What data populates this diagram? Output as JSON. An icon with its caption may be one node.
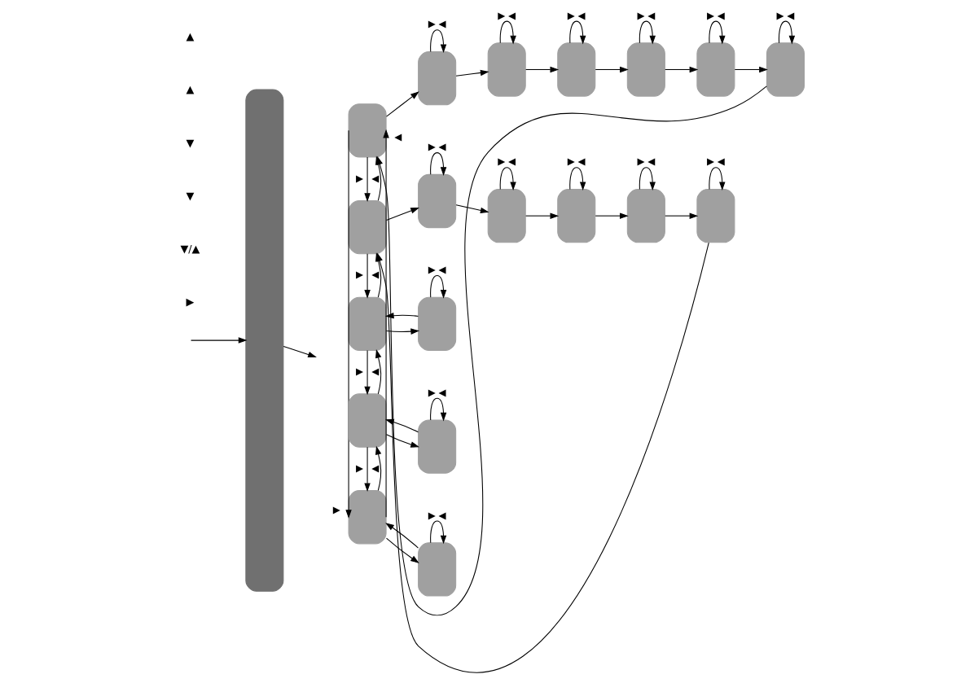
{
  "diagram": {
    "nodes": [
      {
        "text": [],
        "shape": "bar"
      },
      {
        "text": [],
        "shape": "box"
      },
      {
        "text": [],
        "shape": "box"
      },
      {
        "text": [],
        "shape": "box"
      },
      {
        "text": [],
        "shape": "box"
      },
      {
        "text": [],
        "shape": "box"
      },
      {
        "text": [],
        "shape": "box"
      },
      {
        "text": [],
        "shape": "box"
      },
      {
        "text": [],
        "shape": "box"
      },
      {
        "text": [],
        "shape": "box"
      },
      {
        "text": [],
        "shape": "box"
      },
      {
        "text": [],
        "shape": "box"
      },
      {
        "text": [],
        "shape": "box"
      },
      {
        "text": [],
        "shape": "box"
      },
      {
        "text": [],
        "shape": "box"
      },
      {
        "text": [],
        "shape": "box"
      },
      {
        "text": [],
        "shape": "box"
      },
      {
        "text": [],
        "shape": "box"
      },
      {
        "text": [],
        "shape": "box"
      },
      {
        "text": [],
        "shape": "box"
      }
    ],
    "edges": [
      {
        "from": 1,
        "to": 5,
        "arrow": "to",
        "label": "▶"
      },
      {
        "from": 5,
        "to": 1,
        "arrow": "to",
        "label": "◀"
      },
      {
        "from": 11,
        "to": 1,
        "arrow": "to"
      },
      {
        "from": 1,
        "to": 6,
        "arrow": "to"
      },
      {
        "from": 6,
        "to": 6,
        "arrow": "to",
        "label": "▶ ◀"
      },
      {
        "from": 6,
        "to": 7,
        "arrow": "to"
      },
      {
        "from": 7,
        "to": 7,
        "arrow": "to",
        "label": "▶ ◀"
      },
      {
        "from": 7,
        "to": 8,
        "arrow": "to"
      },
      {
        "from": 8,
        "to": 8,
        "arrow": "to",
        "label": "▶ ◀"
      },
      {
        "from": 8,
        "to": 9,
        "arrow": "to"
      },
      {
        "from": 9,
        "to": 9,
        "arrow": "to",
        "label": "▶ ◀"
      },
      {
        "from": 9,
        "to": 10,
        "arrow": "to"
      },
      {
        "from": 10,
        "to": 10,
        "arrow": "to",
        "label": "▶ ◀"
      },
      {
        "from": 10,
        "to": 11,
        "arrow": "to"
      },
      {
        "from": 11,
        "to": 11,
        "arrow": "to",
        "label": "▶ ◀"
      },
      {
        "from": 1,
        "to": 2,
        "arrow": "to",
        "label": "▶"
      },
      {
        "from": 2,
        "to": 1,
        "arrow": "to",
        "label": "◀"
      },
      {
        "from": 16,
        "to": 2,
        "arrow": "to"
      },
      {
        "from": 2,
        "to": 12,
        "arrow": "to"
      },
      {
        "from": 12,
        "to": 12,
        "arrow": "to",
        "label": "▶ ◀"
      },
      {
        "from": 12,
        "to": 13,
        "arrow": "to"
      },
      {
        "from": 13,
        "to": 13,
        "arrow": "to",
        "label": "▶ ◀"
      },
      {
        "from": 13,
        "to": 14,
        "arrow": "to"
      },
      {
        "from": 14,
        "to": 14,
        "arrow": "to",
        "label": "▶ ◀"
      },
      {
        "from": 14,
        "to": 15,
        "arrow": "to"
      },
      {
        "from": 15,
        "to": 15,
        "arrow": "to",
        "label": "▶ ◀"
      },
      {
        "from": 15,
        "to": 16,
        "arrow": "to"
      },
      {
        "from": 16,
        "to": 16,
        "arrow": "to",
        "label": "▶ ◀"
      },
      {
        "from": 2,
        "to": 3,
        "arrow": "to",
        "label": "▶"
      },
      {
        "from": 3,
        "to": 2,
        "arrow": "to",
        "label": "◀"
      },
      {
        "from": null,
        "to": 0,
        "arrow": "to"
      },
      {
        "from": 0,
        "to": null,
        "arrow": "to"
      },
      {
        "from": 17,
        "to": 3,
        "arrow": "to"
      },
      {
        "from": 3,
        "to": 17,
        "arrow": "to"
      },
      {
        "from": 17,
        "to": 17,
        "arrow": "to",
        "label": "▶ ◀"
      },
      {
        "from": 3,
        "to": 4,
        "arrow": "to",
        "label": "▶"
      },
      {
        "from": 4,
        "to": 3,
        "arrow": "to",
        "label": "◀"
      },
      {
        "from": 18,
        "to": 4,
        "arrow": "to"
      },
      {
        "from": 4,
        "to": 18,
        "arrow": "to"
      },
      {
        "from": 18,
        "to": 18,
        "arrow": "to",
        "label": "▶ ◀"
      },
      {
        "from": 4,
        "to": 5,
        "arrow": "to",
        "label": "▶"
      },
      {
        "from": 5,
        "to": 4,
        "arrow": "to",
        "label": "◀"
      },
      {
        "from": 19,
        "to": 5,
        "arrow": "to"
      },
      {
        "from": 5,
        "to": 19,
        "arrow": "to"
      },
      {
        "from": 19,
        "to": 19,
        "arrow": "to",
        "label": "▶ ◀"
      }
    ],
    "labels": [
      "▶",
      "▼/▲",
      "▼",
      "▼",
      "▲",
      "▲"
    ]
  }
}
